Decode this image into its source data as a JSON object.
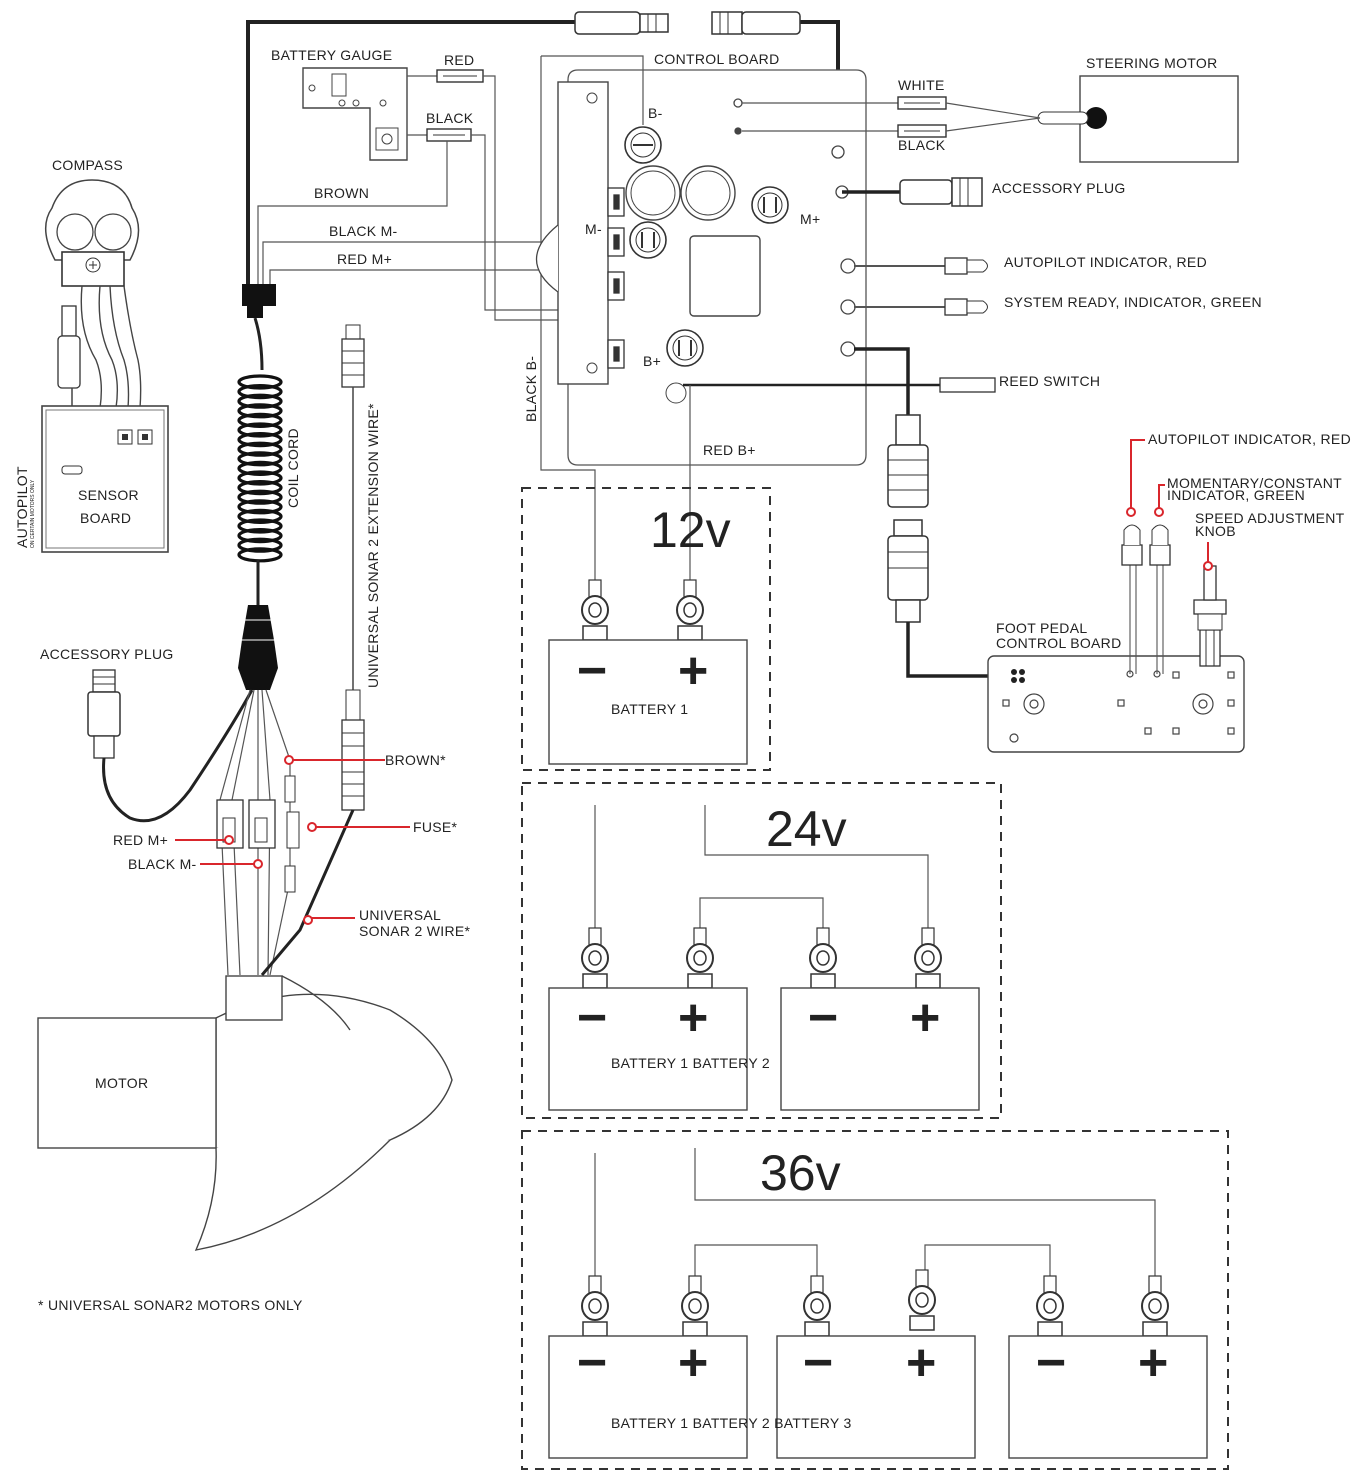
{
  "labels": {
    "battery_gauge": "BATTERY GAUGE",
    "red": "RED",
    "black": "BLACK",
    "brown": "BROWN",
    "black_m_minus": "BLACK M-",
    "red_m_plus": "RED M+",
    "control_board": "CONTROL BOARD",
    "steering_motor": "STEERING MOTOR",
    "white": "WHITE",
    "black_steer": "BLACK",
    "accessory_plug_top": "ACCESSORY PLUG",
    "autopilot_indicator_red": "AUTOPILOT INDICATOR, RED",
    "system_ready": "SYSTEM READY, INDICATOR, GREEN",
    "reed_switch": "REED SWITCH",
    "b_minus": "B-",
    "m_minus": "M-",
    "m_plus": "M+",
    "b_plus": "B+",
    "black_b_minus": "BLACK B-",
    "red_b_plus": "RED B+",
    "compass": "COMPASS",
    "sensor": "SENSOR",
    "board": "BOARD",
    "autopilot_side": "AUTOPILOT",
    "autopilot_side_small": "ON CERTAIN MOTORS ONLY",
    "coil_cord": "COIL CORD",
    "sonar_extension": "UNIVERSAL SONAR 2 EXTENSION WIRE*",
    "accessory_plug_left": "ACCESSORY PLUG",
    "brown_star": "BROWN*",
    "fuse_star": "FUSE*",
    "red_m_plus_low": "RED M+",
    "black_m_minus_low": "BLACK M-",
    "sonar_wire_1": "UNIVERSAL",
    "sonar_wire_2": "SONAR 2 WIRE*",
    "motor": "MOTOR",
    "footnote": "* UNIVERSAL SONAR2  MOTORS ONLY",
    "autopilot_indicator_red_2": "AUTOPILOT INDICATOR, RED",
    "momentary_1": "MOMENTARY/CONSTANT",
    "momentary_2": "INDICATOR, GREEN",
    "speed_1": "SPEED ADJUSTMENT",
    "speed_2": "KNOB",
    "foot_pedal_1": "FOOT PEDAL",
    "foot_pedal_2": "CONTROL BOARD",
    "v12": "12v",
    "v24": "24v",
    "v36": "36v",
    "battery1": "BATTERY 1",
    "battery1_24": "BATTERY 1 BATTERY 2",
    "battery1_36": "BATTERY 1 BATTERY 2 BATTERY 3",
    "minus": "−",
    "plus": "+"
  },
  "colors": {
    "line": "#222222",
    "thin": "#555555",
    "callout": "#d9262c",
    "panel": "#f2f2f2"
  }
}
